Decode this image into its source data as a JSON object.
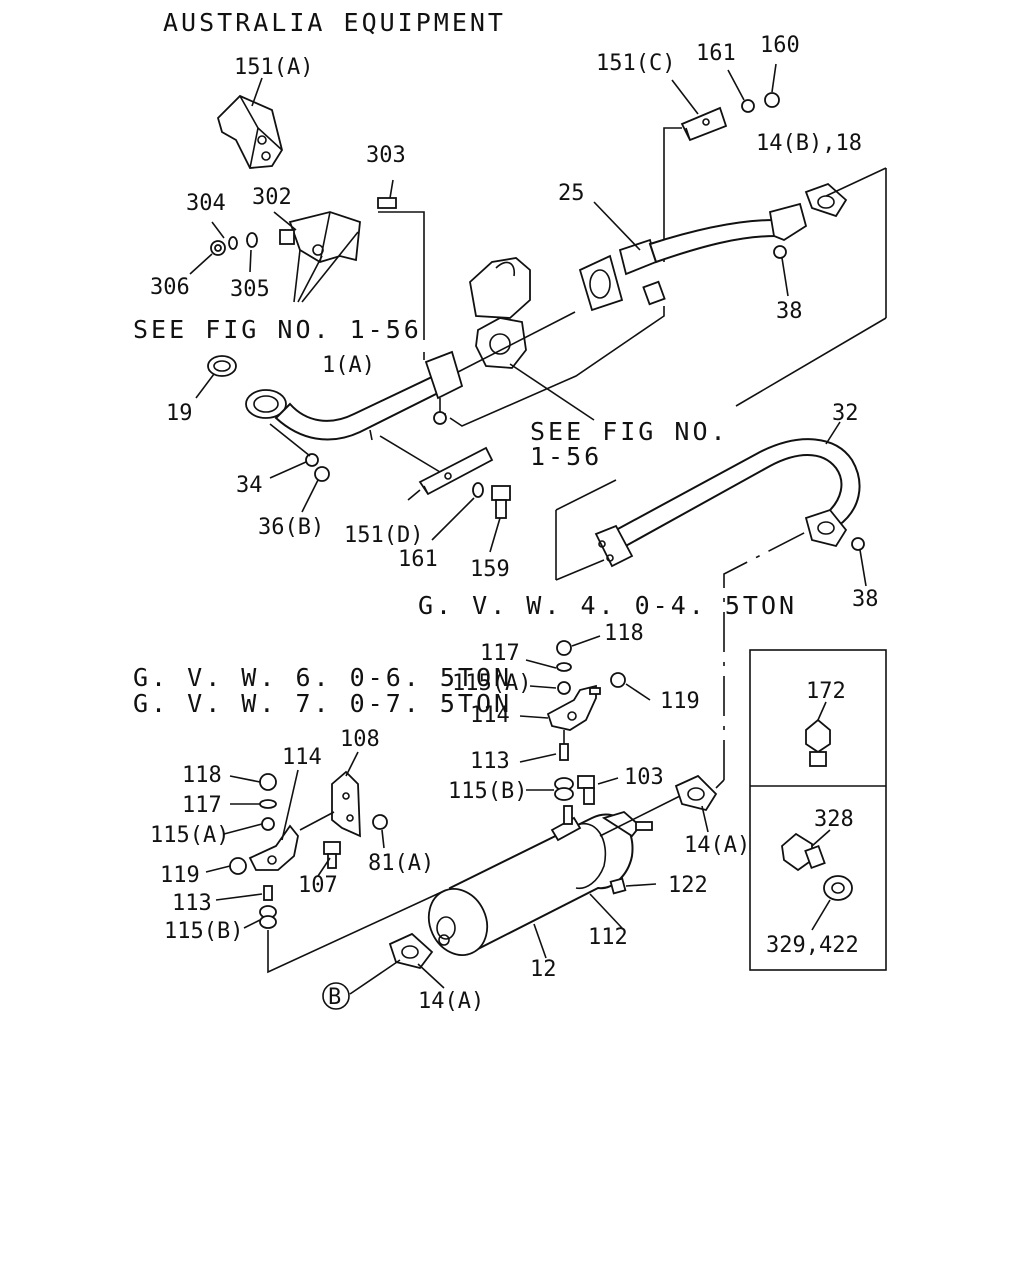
{
  "title": "AUSTRALIA EQUIPMENT",
  "notes": {
    "see_fig_top": "SEE FIG NO. 1-56",
    "see_fig_mid_line1": "SEE FIG NO.",
    "see_fig_mid_line2": "1-56",
    "gvw_40": "G. V. W. 4. 0-4. 5TON",
    "gvw_60": "G. V. W. 6. 0-6. 5TON",
    "gvw_70": "G. V. W. 7. 0-7. 5TON"
  },
  "labels": {
    "p151a": "151(A)",
    "p151c": "151(C)",
    "p161_top": "161",
    "p160": "160",
    "p14b18": "14(B),18",
    "p25": "25",
    "p303": "303",
    "p304": "304",
    "p302": "302",
    "p306": "306",
    "p305": "305",
    "p38_top": "38",
    "p19": "19",
    "p1a": "1(A)",
    "p34": "34",
    "p36b": "36(B)",
    "p151d": "151(D)",
    "p161_low": "161",
    "p159": "159",
    "p32": "32",
    "p38_low": "38",
    "p117_a": "117",
    "p118_a": "118",
    "p115a_a": "115(A)",
    "p119_a": "119",
    "p114_a": "114",
    "p113_a": "113",
    "p103": "103",
    "p115b_a": "115(B)",
    "p108": "108",
    "p114_b": "114",
    "p118_b": "118",
    "p117_b": "117",
    "p115a_b": "115(A)",
    "p119_b": "119",
    "p81a": "81(A)",
    "p107": "107",
    "p113_b": "113",
    "p115b_b": "115(B)",
    "p14a_r": "14(A)",
    "p122": "122",
    "p112": "112",
    "p12": "12",
    "p14a_b": "14(A)",
    "p_b": "B",
    "p172": "172",
    "p328": "328",
    "p329_422": "329,422"
  }
}
